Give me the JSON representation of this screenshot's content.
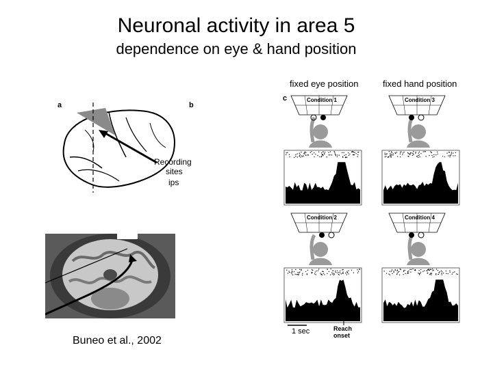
{
  "slide": {
    "title": "Neuronal activity in area 5",
    "subtitle": "dependence on eye & hand position",
    "citation": "Buneo et al., 2002"
  },
  "figure": {
    "col_headers": [
      "fixed eye position",
      "fixed hand position"
    ],
    "panel_letters": [
      "a",
      "b",
      "c"
    ],
    "brain_labels": {
      "recording": "Recording",
      "sites": "sites",
      "ips": "ips"
    },
    "conditions": [
      "Condition 1",
      "Condition 3",
      "Condition 2",
      "Condition 4"
    ],
    "scale_label": "1 sec",
    "reach_label_line1": "Reach",
    "reach_label_line2": "onset"
  }
}
